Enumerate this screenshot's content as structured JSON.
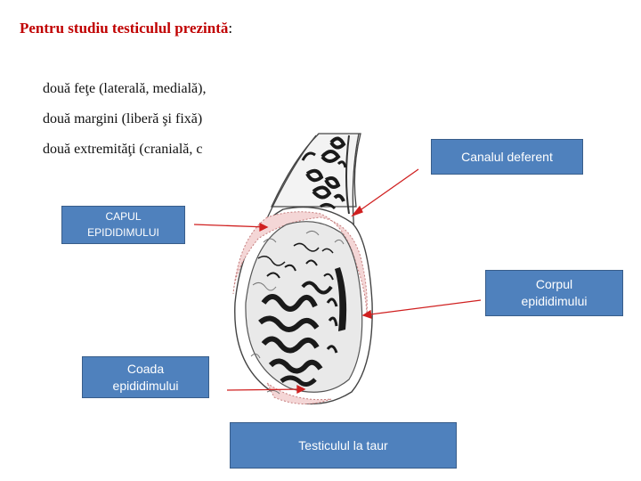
{
  "title": {
    "text": "Pentru studiu testiculul prezintă",
    "suffix": ":"
  },
  "bullets": [
    "două feţe (laterală, medială),",
    "două margini (liberă şi fixă)",
    "două extremităţi (cranială, c"
  ],
  "labels": {
    "canal_deferent": "Canalul deferent",
    "capul_line1": "CAPUL",
    "capul_line2": "EPIDIDIMULUI",
    "corpul_line1": "Corpul",
    "corpul_line2": "epididimului",
    "coada_line1": "Coada",
    "coada_line2": "epididimului",
    "testiculul": "Testiculul la taur"
  },
  "colors": {
    "title": "#c00000",
    "box_fill": "#4f81bd",
    "box_border": "#385d8a",
    "arrow": "#d02020",
    "tubules": "#1a1a1a",
    "epididymis_fill": "#f4d6d6"
  }
}
